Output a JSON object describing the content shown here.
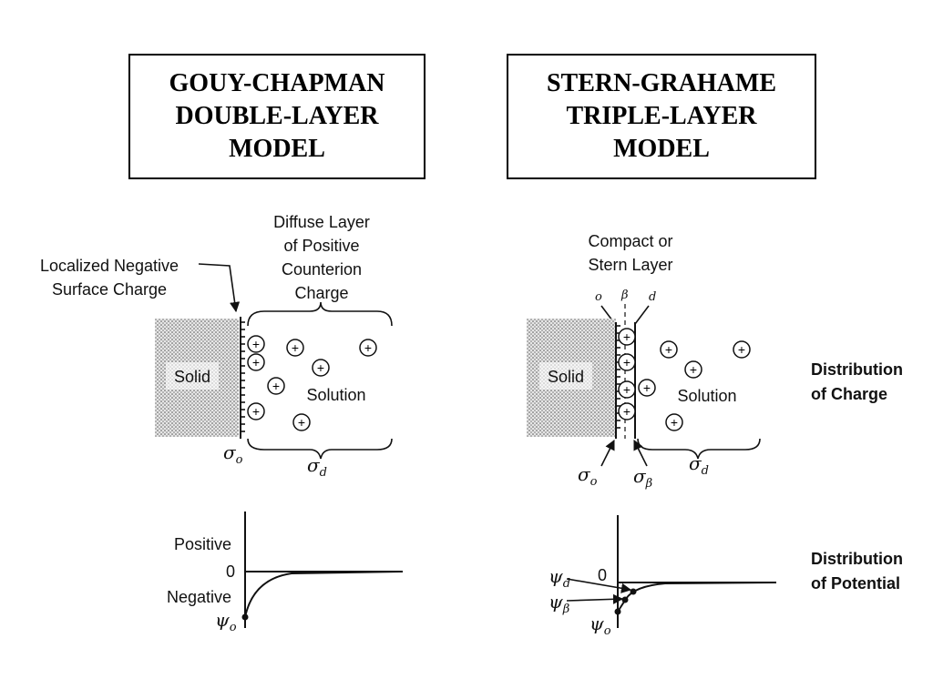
{
  "left_title": {
    "line1": "GOUY-CHAPMAN",
    "line2": "DOUBLE-LAYER",
    "line3": "MODEL"
  },
  "right_title": {
    "line1": "STERN-GRAHAME",
    "line2": "TRIPLE-LAYER",
    "line3": "MODEL"
  },
  "left_diagram": {
    "diffuse_label": [
      "Diffuse Layer",
      "of Positive",
      "Counterion",
      "Charge"
    ],
    "surface_label": [
      "Localized Negative",
      "Surface Charge"
    ],
    "solid": "Solid",
    "solution": "Solution",
    "sigma_o": "σ",
    "sigma_o_sub": "o",
    "sigma_d": "σ",
    "sigma_d_sub": "d"
  },
  "right_diagram": {
    "compact_label": [
      "Compact or",
      "Stern Layer"
    ],
    "plane_o": "o",
    "plane_beta": "β",
    "plane_d": "d",
    "solid": "Solid",
    "solution": "Solution",
    "sigma_o": "σ",
    "sigma_o_sub": "o",
    "sigma_beta": "σ",
    "sigma_beta_sub": "β",
    "sigma_d": "σ",
    "sigma_d_sub": "d"
  },
  "left_potential": {
    "positive": "Positive",
    "zero": "0",
    "negative": "Negative",
    "psi": "ψ",
    "psi_sub": "o"
  },
  "right_potential": {
    "zero": "0",
    "psi_d": "ψ",
    "psi_d_sub": "d",
    "psi_beta": "ψ",
    "psi_beta_sub": "β",
    "psi_o": "ψ",
    "psi_o_sub": "o"
  },
  "side_labels": {
    "charge": [
      "Distribution",
      "of Charge"
    ],
    "potential": [
      "Distribution",
      "of Potential"
    ]
  },
  "plus_symbol": "+"
}
